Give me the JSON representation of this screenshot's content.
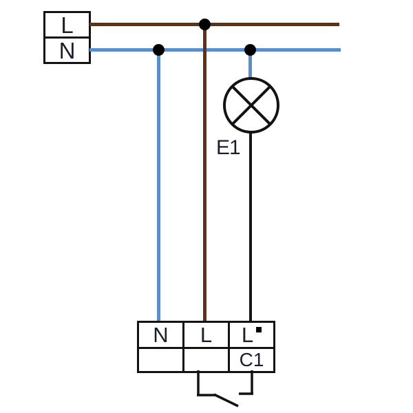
{
  "diagram": {
    "type": "electrical-wiring-diagram",
    "supply_box": {
      "l_label": "L",
      "n_label": "N"
    },
    "lamp": {
      "label": "E1"
    },
    "terminal_block": {
      "n_label": "N",
      "l_label": "L",
      "l_out_label": "L",
      "l_out_marker": "small-black-square",
      "c1_label": "C1"
    },
    "icons": [
      "junction-dot",
      "lamp-icon",
      "switch-contact-icon"
    ],
    "colors": {
      "live_color": "#5c3317",
      "neutral_color": "#5b8dcb",
      "switched_color": "#151515",
      "line_color": "#121212",
      "label_color": "#1b1f2a"
    }
  }
}
